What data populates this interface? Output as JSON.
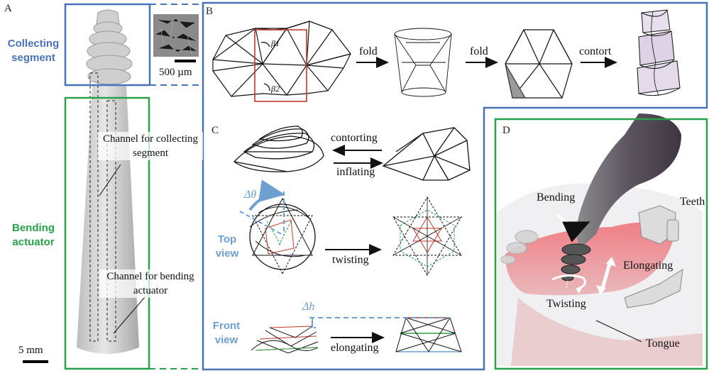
{
  "colors": {
    "collecting_blue": "#4a72b8",
    "bending_green": "#2aa04a",
    "annotation_blue": "#6d9fd0",
    "tongue_pink": "#e9747a",
    "highlight_red": "#c0392b"
  },
  "panel_a": {
    "letter": "A",
    "collecting_label": "Collecting segment",
    "bending_label": "Bending actuator",
    "scale_small": "500 µm",
    "scale_large": "5 mm",
    "callout_collecting": "Channel for collecting segment",
    "callout_bending": "Channel for bending actuator"
  },
  "panel_b": {
    "letter": "B",
    "beta1": "β1",
    "beta2": "β2",
    "step1": "fold",
    "step2": "fold",
    "step3": "contort"
  },
  "panel_c": {
    "letter": "C",
    "contorting": "contorting",
    "inflating": "inflating",
    "top_view": "Top view",
    "twisting": "twisting",
    "delta_theta": "Δθ",
    "front_view": "Front view",
    "elongating": "elongating",
    "delta_h": "Δh"
  },
  "panel_d": {
    "letter": "D",
    "bending": "Bending",
    "teeth": "Teeth",
    "elongating": "Elongating",
    "twisting": "Twisting",
    "tongue": "Tongue"
  }
}
